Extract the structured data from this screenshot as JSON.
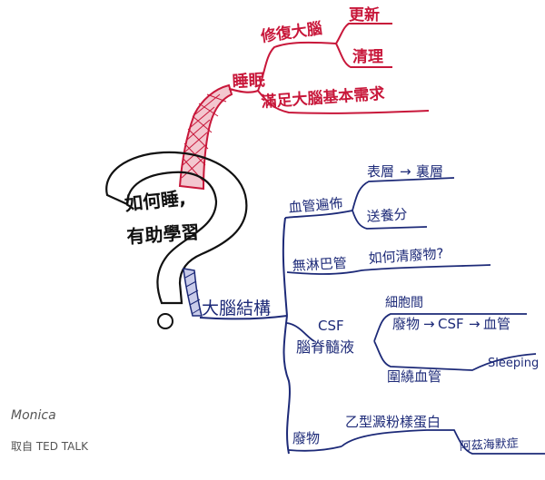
{
  "colors": {
    "red": "#c8173a",
    "blue": "#1d2a78",
    "black": "#111111",
    "gray": "#555555"
  },
  "center": {
    "line1": "如何睡,",
    "line2": "有助學習"
  },
  "sleep_branch": {
    "label": "睡眠",
    "repair": {
      "label": "修復大腦",
      "children": [
        "更新",
        "清理"
      ]
    },
    "needs": "滿足大腦基本需求"
  },
  "brain_branch": {
    "label": "大腦結構",
    "vessels": {
      "label": "血管遍佈",
      "children": [
        {
          "label_left": "表層",
          "label_right": "裏層"
        },
        {
          "label": "送養分"
        }
      ]
    },
    "lymph": {
      "label": "無淋巴管",
      "question": "如何清廢物?"
    },
    "csf": {
      "label_top": "CSF",
      "label_bottom": "腦脊髓液",
      "intercellular": "細胞間",
      "flow": {
        "from": "廢物",
        "mid": "CSF",
        "to": "血管"
      },
      "surround": "圍繞血管",
      "sleeping": "Sleeping"
    },
    "waste": {
      "label": "廢物",
      "amyloid": "乙型澱粉樣蛋白",
      "alzheimer": "阿茲海默症"
    }
  },
  "signature": {
    "name": "Monica",
    "source": "取自 TED TALK"
  }
}
